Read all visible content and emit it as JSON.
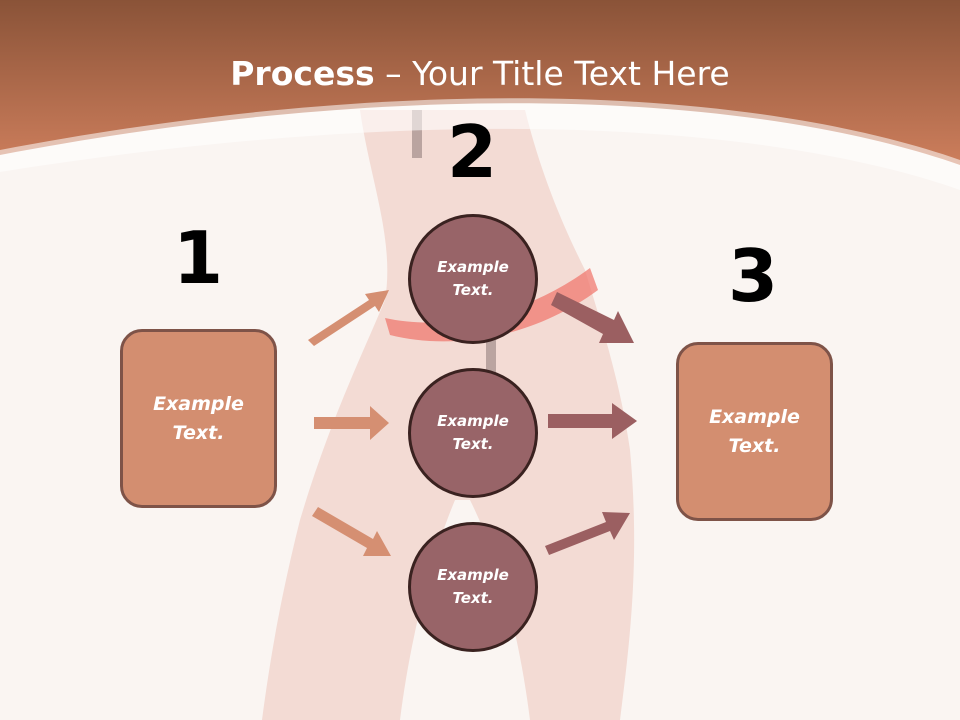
{
  "title": {
    "bold": "Process",
    "rest": " – Your Title Text Here"
  },
  "steps": [
    {
      "number": "1",
      "text": "Example\nText."
    },
    {
      "number": "2",
      "text": ""
    },
    {
      "number": "3",
      "text": "Example\nText."
    }
  ],
  "circles": [
    {
      "text": "Example\nText."
    },
    {
      "text": "Example\nText."
    },
    {
      "text": "Example\nText."
    }
  ],
  "colors": {
    "header_dark": "#8a5338",
    "header_light": "#cd7e5c",
    "box_fill": "#d38e70",
    "box_border": "#7e5348",
    "circle_fill": "#986468",
    "arrow_left": "#d58f72",
    "arrow_right": "#9b5f61"
  }
}
